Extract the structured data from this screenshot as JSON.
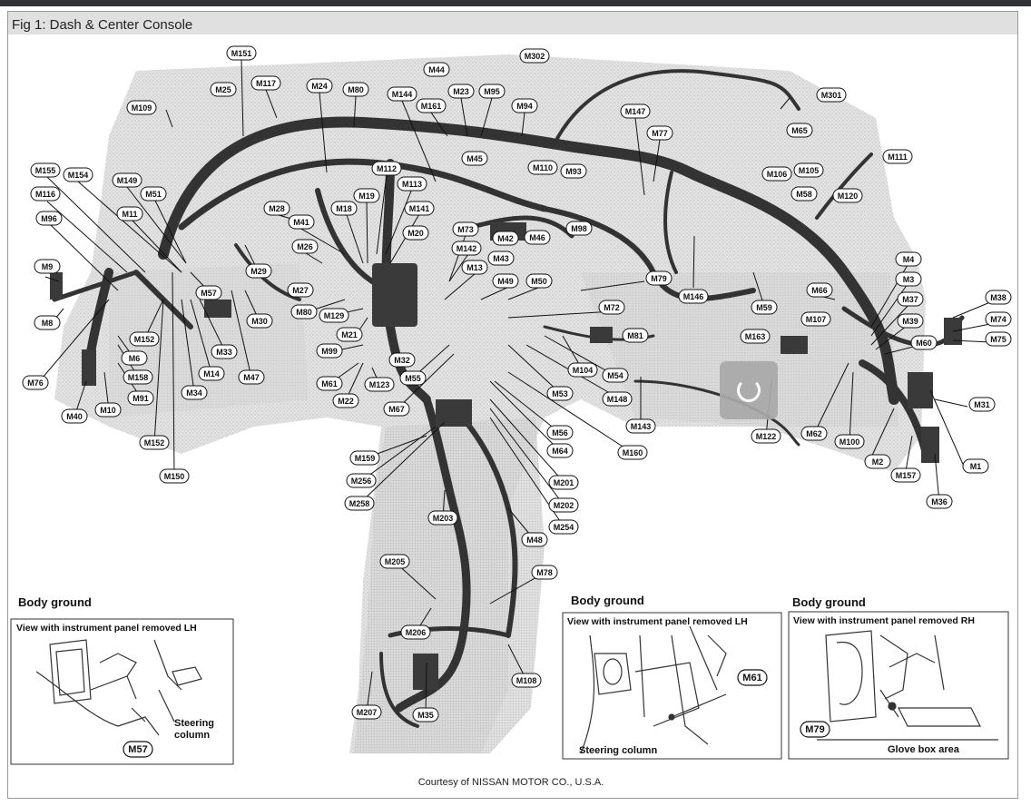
{
  "figure": {
    "title": "Fig 1: Dash & Center Console"
  },
  "credit": "Courtesy of NISSAN MOTOR CO., U.S.A.",
  "connectors": {
    "M151": "M151",
    "M302": "M302",
    "M44": "M44",
    "M25": "M25",
    "M117": "M117",
    "M24": "M24",
    "M80": "M80",
    "M144": "M144",
    "M23": "M23",
    "M95": "M95",
    "M161": "M161",
    "M94": "M94",
    "M109": "M109",
    "M301": "M301",
    "M147": "M147",
    "M65": "M65",
    "M77": "M77",
    "M45": "M45",
    "M110": "M110",
    "M93": "M93",
    "M111": "M111",
    "M155": "M155",
    "M154": "M154",
    "M149": "M149",
    "M112": "M112",
    "M106": "M106",
    "M105": "M105",
    "M116": "M116",
    "M51": "M51",
    "M113": "M113",
    "M19": "M19",
    "M58": "M58",
    "M120": "M120",
    "M11": "M11",
    "M28": "M28",
    "M18": "M18",
    "M141": "M141",
    "M96": "M96",
    "M41": "M41",
    "M20": "M20",
    "M73": "M73",
    "M42": "M42",
    "M46": "M46",
    "M98": "M98",
    "M26": "M26",
    "M142": "M142",
    "M43": "M43",
    "M4": "M4",
    "M9": "M9",
    "M29": "M29",
    "M13": "M13",
    "M79a": "M79",
    "M3": "M3",
    "M27": "M27",
    "M57a": "M57",
    "M49": "M49",
    "M50": "M50",
    "M66": "M66",
    "M146": "M146",
    "M37": "M37",
    "M38": "M38",
    "M80b": "M80",
    "M129": "M129",
    "M30": "M30",
    "M72": "M72",
    "M59": "M59",
    "M107": "M107",
    "M39": "M39",
    "M74": "M74",
    "M8": "M8",
    "M21": "M21",
    "M152a": "M152",
    "M163": "M163",
    "M81": "M81",
    "M60": "M60",
    "M75": "M75",
    "M99": "M99",
    "M33": "M33",
    "M6": "M6",
    "M32": "M32",
    "M104": "M104",
    "M54": "M54",
    "M14": "M14",
    "M47": "M47",
    "M158": "M158",
    "M61a": "M61",
    "M55": "M55",
    "M123": "M123",
    "M76": "M76",
    "M34": "M34",
    "M53": "M53",
    "M148": "M148",
    "M91": "M91",
    "M22": "M22",
    "M67": "M67",
    "M31": "M31",
    "M10": "M10",
    "M40": "M40",
    "M143": "M143",
    "M56": "M56",
    "M122": "M122",
    "M62": "M62",
    "M100": "M100",
    "M152b": "M152",
    "M64": "M64",
    "M160": "M160",
    "M159": "M159",
    "M2": "M2",
    "M1": "M1",
    "M150": "M150",
    "M157": "M157",
    "M256": "M256",
    "M201": "M201",
    "M36": "M36",
    "M258": "M258",
    "M202": "M202",
    "M203": "M203",
    "M254": "M254",
    "M48": "M48",
    "M205": "M205",
    "M78": "M78",
    "M206": "M206",
    "M108": "M108",
    "M207": "M207",
    "M35": "M35"
  },
  "insets": {
    "lh": {
      "title": "Body ground",
      "subtitle": "View with instrument panel removed LH",
      "note_line1": "Steering",
      "note_line2": "column",
      "label": "M57"
    },
    "center": {
      "title": "Body ground",
      "subtitle": "View with instrument panel removed LH",
      "note": "Steering column",
      "label": "M61"
    },
    "rh": {
      "title": "Body ground",
      "subtitle": "View with instrument panel removed RH",
      "note": "Glove box area",
      "label": "M79"
    }
  }
}
